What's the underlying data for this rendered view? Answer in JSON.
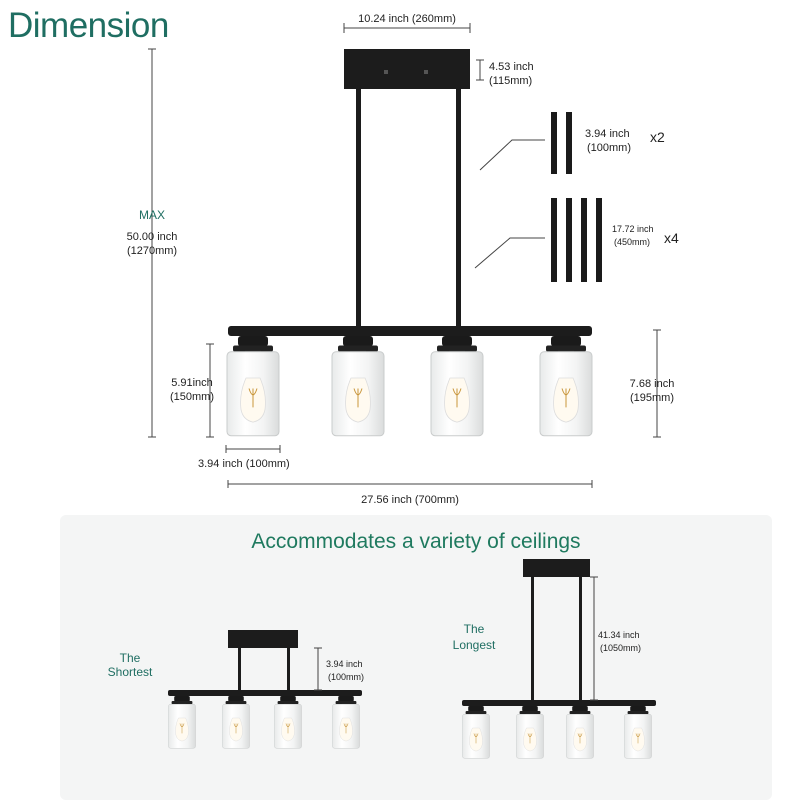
{
  "title": "Dimension",
  "dims": {
    "canopy_width": "10.24 inch (260mm)",
    "canopy_height_in": "4.53 inch",
    "canopy_height_mm": "(115mm)",
    "rod_short_in": "3.94 inch",
    "rod_short_mm": "(100mm)",
    "rod_short_qty": "x2",
    "rod_long_in": "17.72 inch",
    "rod_long_mm": "(450mm)",
    "rod_long_qty": "x4",
    "max_label": "MAX",
    "max_in": "50.00 inch",
    "max_mm": "(1270mm)",
    "shade_height_in": "5.91inch",
    "shade_height_mm": "(150mm)",
    "fixture_height_in": "7.68 inch",
    "fixture_height_mm": "(195mm)",
    "shade_width": "3.94 inch (100mm)",
    "total_width": "27.56 inch (700mm)"
  },
  "ceilings": {
    "heading": "Accommodates a variety of ceilings",
    "shortest_label_1": "The",
    "shortest_label_2": "Shortest",
    "shortest_in": "3.94 inch",
    "shortest_mm": "(100mm)",
    "longest_label_1": "The",
    "longest_label_2": "Longest",
    "longest_in": "41.34 inch",
    "longest_mm": "(1050mm)"
  },
  "colors": {
    "accent": "#1f6e62",
    "metal": "#1a1a1a",
    "panel": "#f4f5f5"
  }
}
